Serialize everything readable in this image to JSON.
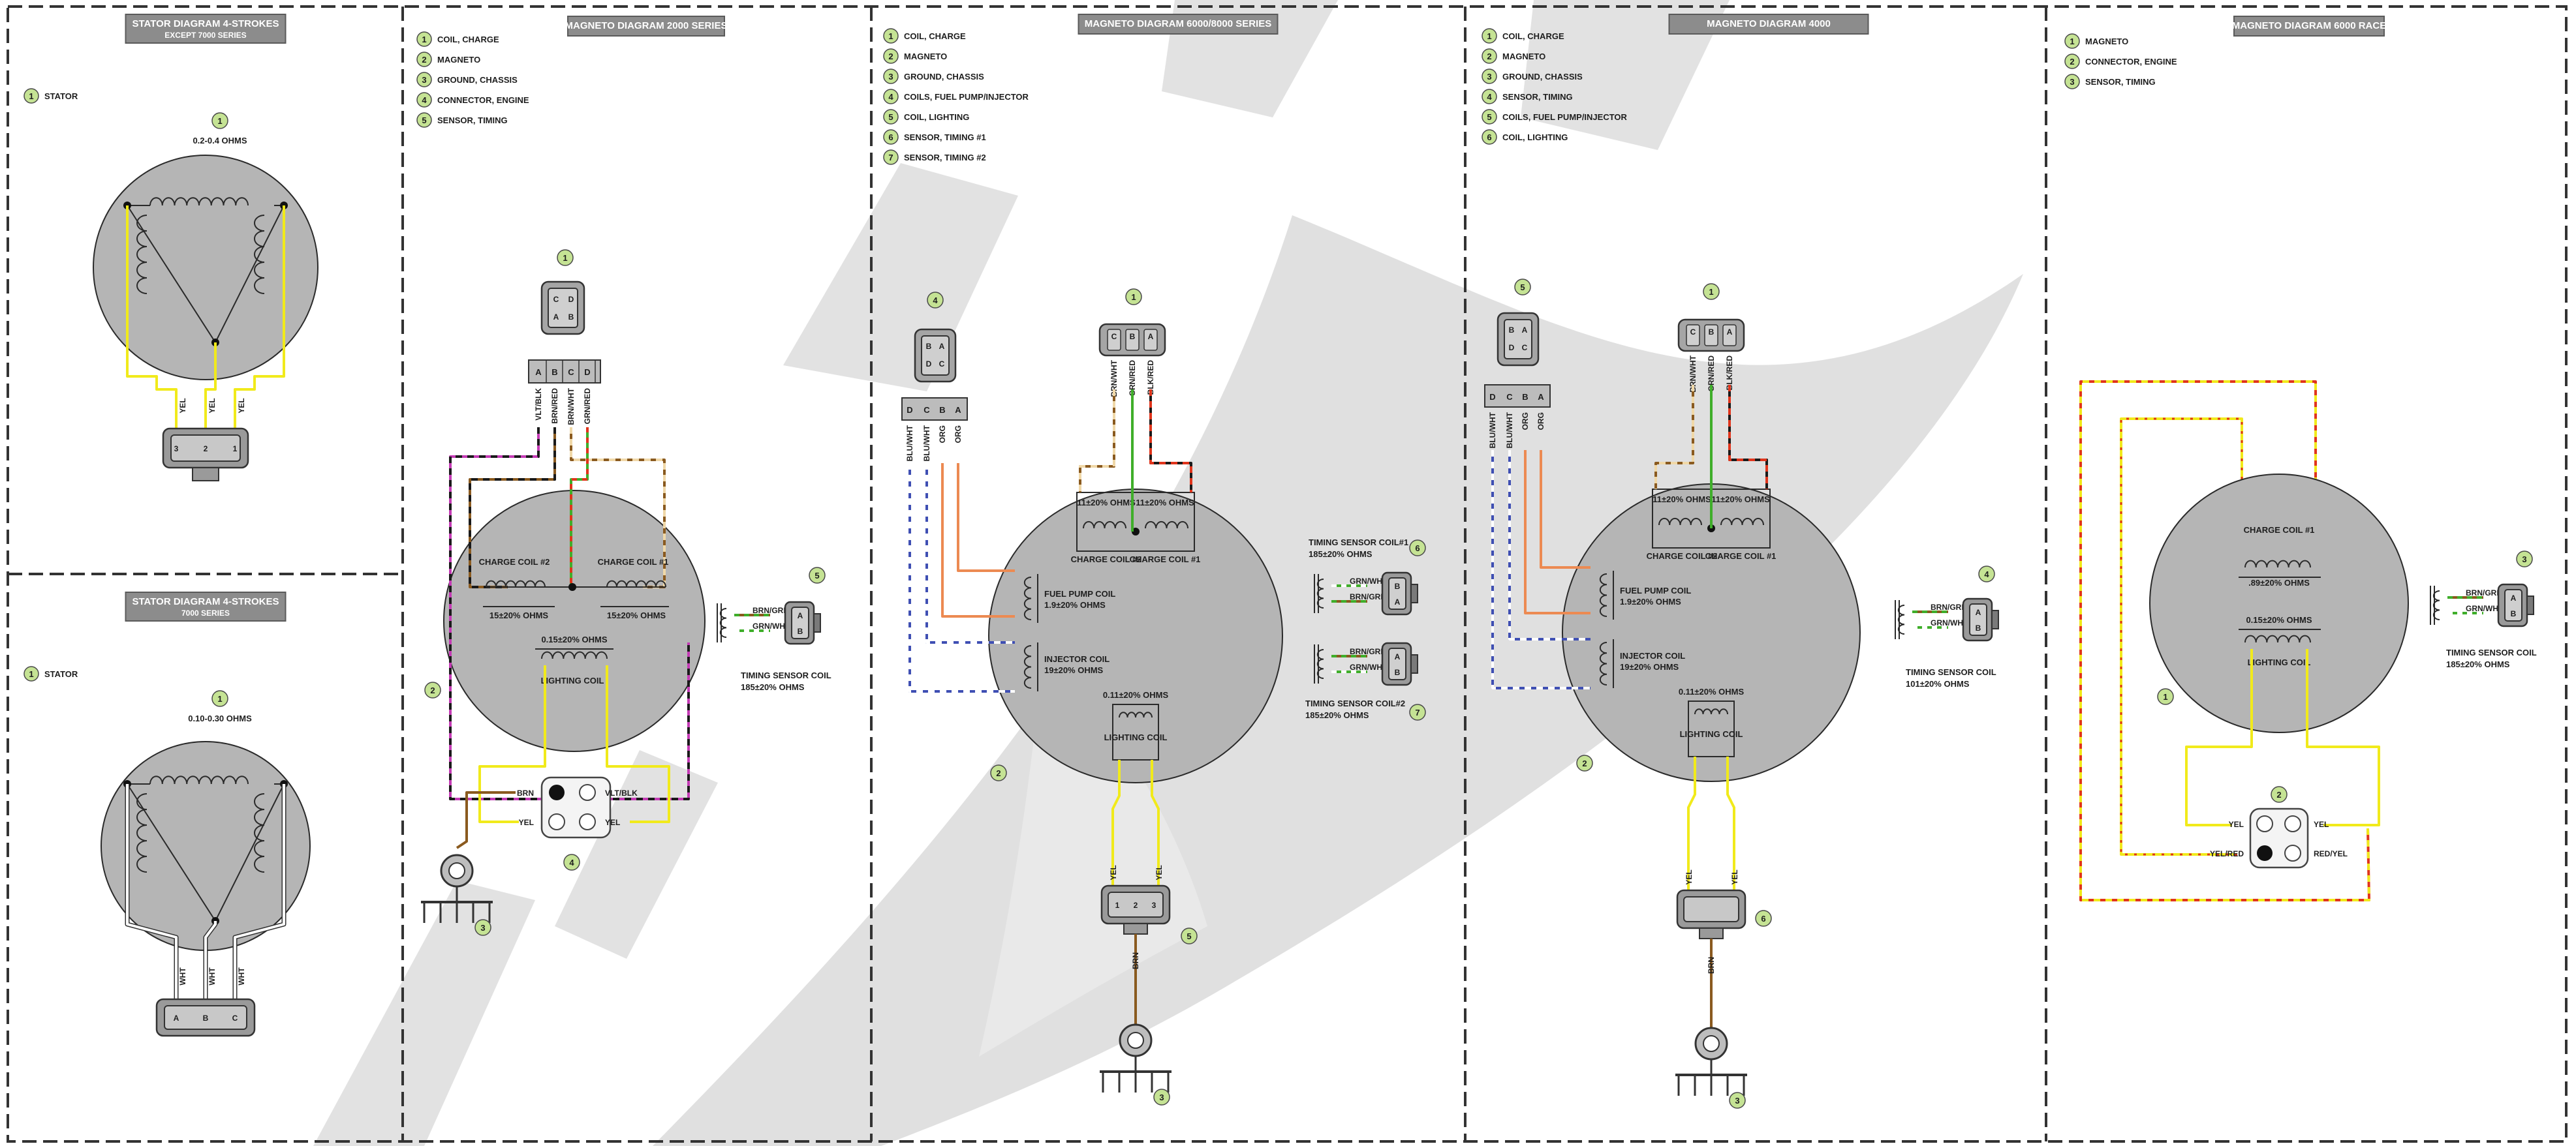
{
  "colors": {
    "disc": "#b5b5b5",
    "badge": "#c5e394",
    "title_bg": "#8c8c8c",
    "yellow": "#f1ea1b",
    "green": "#3fae2a",
    "brown": "#8a5a1f",
    "black": "#1a1a1a",
    "magenta": "#c43bb5",
    "blue": "#3f4fb3",
    "orange": "#ec8a52",
    "red": "#e0351c",
    "watermark": "#d6d6d6"
  },
  "panels": {
    "stator_except": {
      "title": "STATOR DIAGRAM 4-STROKES",
      "subtitle": "EXCEPT 7000 SERIES",
      "legend": [
        {
          "n": "1",
          "label": "STATOR"
        }
      ],
      "callout": "1",
      "resistance": "0.2-0.4 OHMS",
      "wires": [
        "YEL",
        "YEL",
        "YEL"
      ],
      "pins": [
        "3",
        "2",
        "1"
      ]
    },
    "stator_7000": {
      "title": "STATOR DIAGRAM 4-STROKES",
      "subtitle": "7000 SERIES",
      "legend": [
        {
          "n": "1",
          "label": "STATOR"
        }
      ],
      "callout": "1",
      "resistance": "0.10-0.30 OHMS",
      "wires": [
        "WHT",
        "WHT",
        "WHT"
      ],
      "pins": [
        "A",
        "B",
        "C"
      ]
    },
    "mag2000": {
      "title": "MAGNETO DIAGRAM 2000 SERIES",
      "legend": [
        {
          "n": "1",
          "label": "COIL, CHARGE"
        },
        {
          "n": "2",
          "label": "MAGNETO"
        },
        {
          "n": "3",
          "label": "GROUND, CHASSIS"
        },
        {
          "n": "4",
          "label": "CONNECTOR, ENGINE"
        },
        {
          "n": "5",
          "label": "SENSOR, TIMING"
        }
      ],
      "conn_top": [
        "C",
        "D",
        "A",
        "B"
      ],
      "conn_row": [
        "A",
        "B",
        "C",
        "D"
      ],
      "wires": [
        "VLT/BLK",
        "BRN/RED",
        "BRN/WHT",
        "GRN/RED"
      ],
      "charge2": "CHARGE COIL #2",
      "charge1": "CHARGE COIL #1",
      "ohm_left": "15±20% OHMS",
      "ohm_right": "15±20% OHMS",
      "light_ohm": "0.15±20% OHMS",
      "lighting": "LIGHTING COIL",
      "sensor_wires": [
        "BRN/GRN",
        "GRN/WHT"
      ],
      "sensor_pins": [
        "A",
        "B"
      ],
      "sensor_label": "TIMING SENSOR COIL",
      "sensor_ohm": "185±20% OHMS",
      "engine_labels": [
        "BRN",
        "VLT/BLK",
        "YEL",
        "YEL"
      ],
      "callouts": [
        "1",
        "2",
        "3",
        "4",
        "5"
      ]
    },
    "mag6000": {
      "title": "MAGNETO DIAGRAM 6000/8000 SERIES",
      "legend": [
        {
          "n": "1",
          "label": "COIL, CHARGE"
        },
        {
          "n": "2",
          "label": "MAGNETO"
        },
        {
          "n": "3",
          "label": "GROUND, CHASSIS"
        },
        {
          "n": "4",
          "label": "COILS, FUEL PUMP/INJECTOR"
        },
        {
          "n": "5",
          "label": "COIL, LIGHTING"
        },
        {
          "n": "6",
          "label": "SENSOR, TIMING #1"
        },
        {
          "n": "7",
          "label": "SENSOR, TIMING #2"
        }
      ],
      "conn_left_top": [
        "B",
        "A",
        "D",
        "C"
      ],
      "conn_left_row": [
        "D",
        "C",
        "B",
        "A"
      ],
      "left_wires": [
        "BLU/WHT",
        "BLU/WHT",
        "ORG",
        "ORG"
      ],
      "conn_right_top": [
        "C",
        "B",
        "A"
      ],
      "right_wires": [
        "BRN/WHT",
        "GRN/RED",
        "BLK/RED"
      ],
      "coil2_ohm": "11±20% OHMS",
      "coil1_ohm": "11±20% OHMS",
      "charge2": "CHARGE COIL #2",
      "charge1": "CHARGE COIL #1",
      "fuel_pump": "FUEL PUMP COIL",
      "fuel_ohm": "1.9±20% OHMS",
      "injector": "INJECTOR COIL",
      "injector_ohm": "19±20% OHMS",
      "light_ohm": "0.11±20% OHMS",
      "lighting": "LIGHTING COIL",
      "sensor1_label": "TIMING SENSOR COIL#1",
      "sensor1_ohm": "185±20% OHMS",
      "sensor1_wires": [
        "GRN/WHT",
        "BRN/GRN"
      ],
      "sensor1_pins": [
        "B",
        "A"
      ],
      "sensor2_wires": [
        "BRN/GRN",
        "GRN/WHT"
      ],
      "sensor2_pins": [
        "A",
        "B"
      ],
      "sensor2_label": "TIMING SENSOR COIL#2",
      "sensor2_ohm": "185±20% OHMS",
      "yel": [
        "YEL",
        "YEL"
      ],
      "pins": [
        "1",
        "2",
        "3"
      ],
      "brn": "BRN",
      "callouts": [
        "1",
        "2",
        "3",
        "4",
        "5",
        "6",
        "7"
      ]
    },
    "mag4000": {
      "title": "MAGNETO DIAGRAM 4000",
      "legend": [
        {
          "n": "1",
          "label": "COIL, CHARGE"
        },
        {
          "n": "2",
          "label": "MAGNETO"
        },
        {
          "n": "3",
          "label": "GROUND, CHASSIS"
        },
        {
          "n": "4",
          "label": "SENSOR, TIMING"
        },
        {
          "n": "5",
          "label": "COILS, FUEL PUMP/INJECTOR"
        },
        {
          "n": "6",
          "label": "COIL, LIGHTING"
        }
      ],
      "conn_left_top": [
        "B",
        "A",
        "D",
        "C"
      ],
      "conn_left_row": [
        "D",
        "C",
        "B",
        "A"
      ],
      "left_wires": [
        "BLU/WHT",
        "BLU/WHT",
        "ORG",
        "ORG"
      ],
      "conn_right_top": [
        "C",
        "B",
        "A"
      ],
      "right_wires": [
        "BRN/WHT",
        "GRN/RED",
        "BLK/RED"
      ],
      "coil2_ohm": "11±20% OHMS",
      "coil1_ohm": "11±20% OHMS",
      "charge2": "CHARGE COIL #2",
      "charge1": "CHARGE COIL #1",
      "fuel_pump": "FUEL PUMP COIL",
      "fuel_ohm": "1.9±20% OHMS",
      "injector": "INJECTOR COIL",
      "injector_ohm": "19±20% OHMS",
      "light_ohm": "0.11±20% OHMS",
      "lighting": "LIGHTING COIL",
      "sensor_wires": [
        "BRN/GRN",
        "GRN/WHT"
      ],
      "sensor_pins": [
        "A",
        "B"
      ],
      "sensor_label": "TIMING SENSOR COIL",
      "sensor_ohm": "101±20% OHMS",
      "yel": [
        "YEL",
        "YEL"
      ],
      "brn": "BRN",
      "callouts": [
        "1",
        "2",
        "3",
        "4",
        "5",
        "6"
      ]
    },
    "mag6000race": {
      "title": "MAGNETO DIAGRAM 6000 RACE",
      "legend": [
        {
          "n": "1",
          "label": "MAGNETO"
        },
        {
          "n": "2",
          "label": "CONNECTOR, ENGINE"
        },
        {
          "n": "3",
          "label": "SENSOR, TIMING"
        }
      ],
      "charge1": "CHARGE COIL #1",
      "charge_ohm": ".89±20% OHMS",
      "light_ohm": "0.15±20% OHMS",
      "lighting": "LIGHTING COIL",
      "sensor_wires": [
        "BRN/GRN",
        "GRN/WHT"
      ],
      "sensor_pins": [
        "A",
        "B"
      ],
      "sensor_label": "TIMING SENSOR COIL",
      "sensor_ohm": "185±20% OHMS",
      "engine_labels": [
        "YEL",
        "YEL",
        "YEL/RED",
        "RED/YEL"
      ],
      "callouts": [
        "1",
        "2",
        "3"
      ]
    }
  }
}
